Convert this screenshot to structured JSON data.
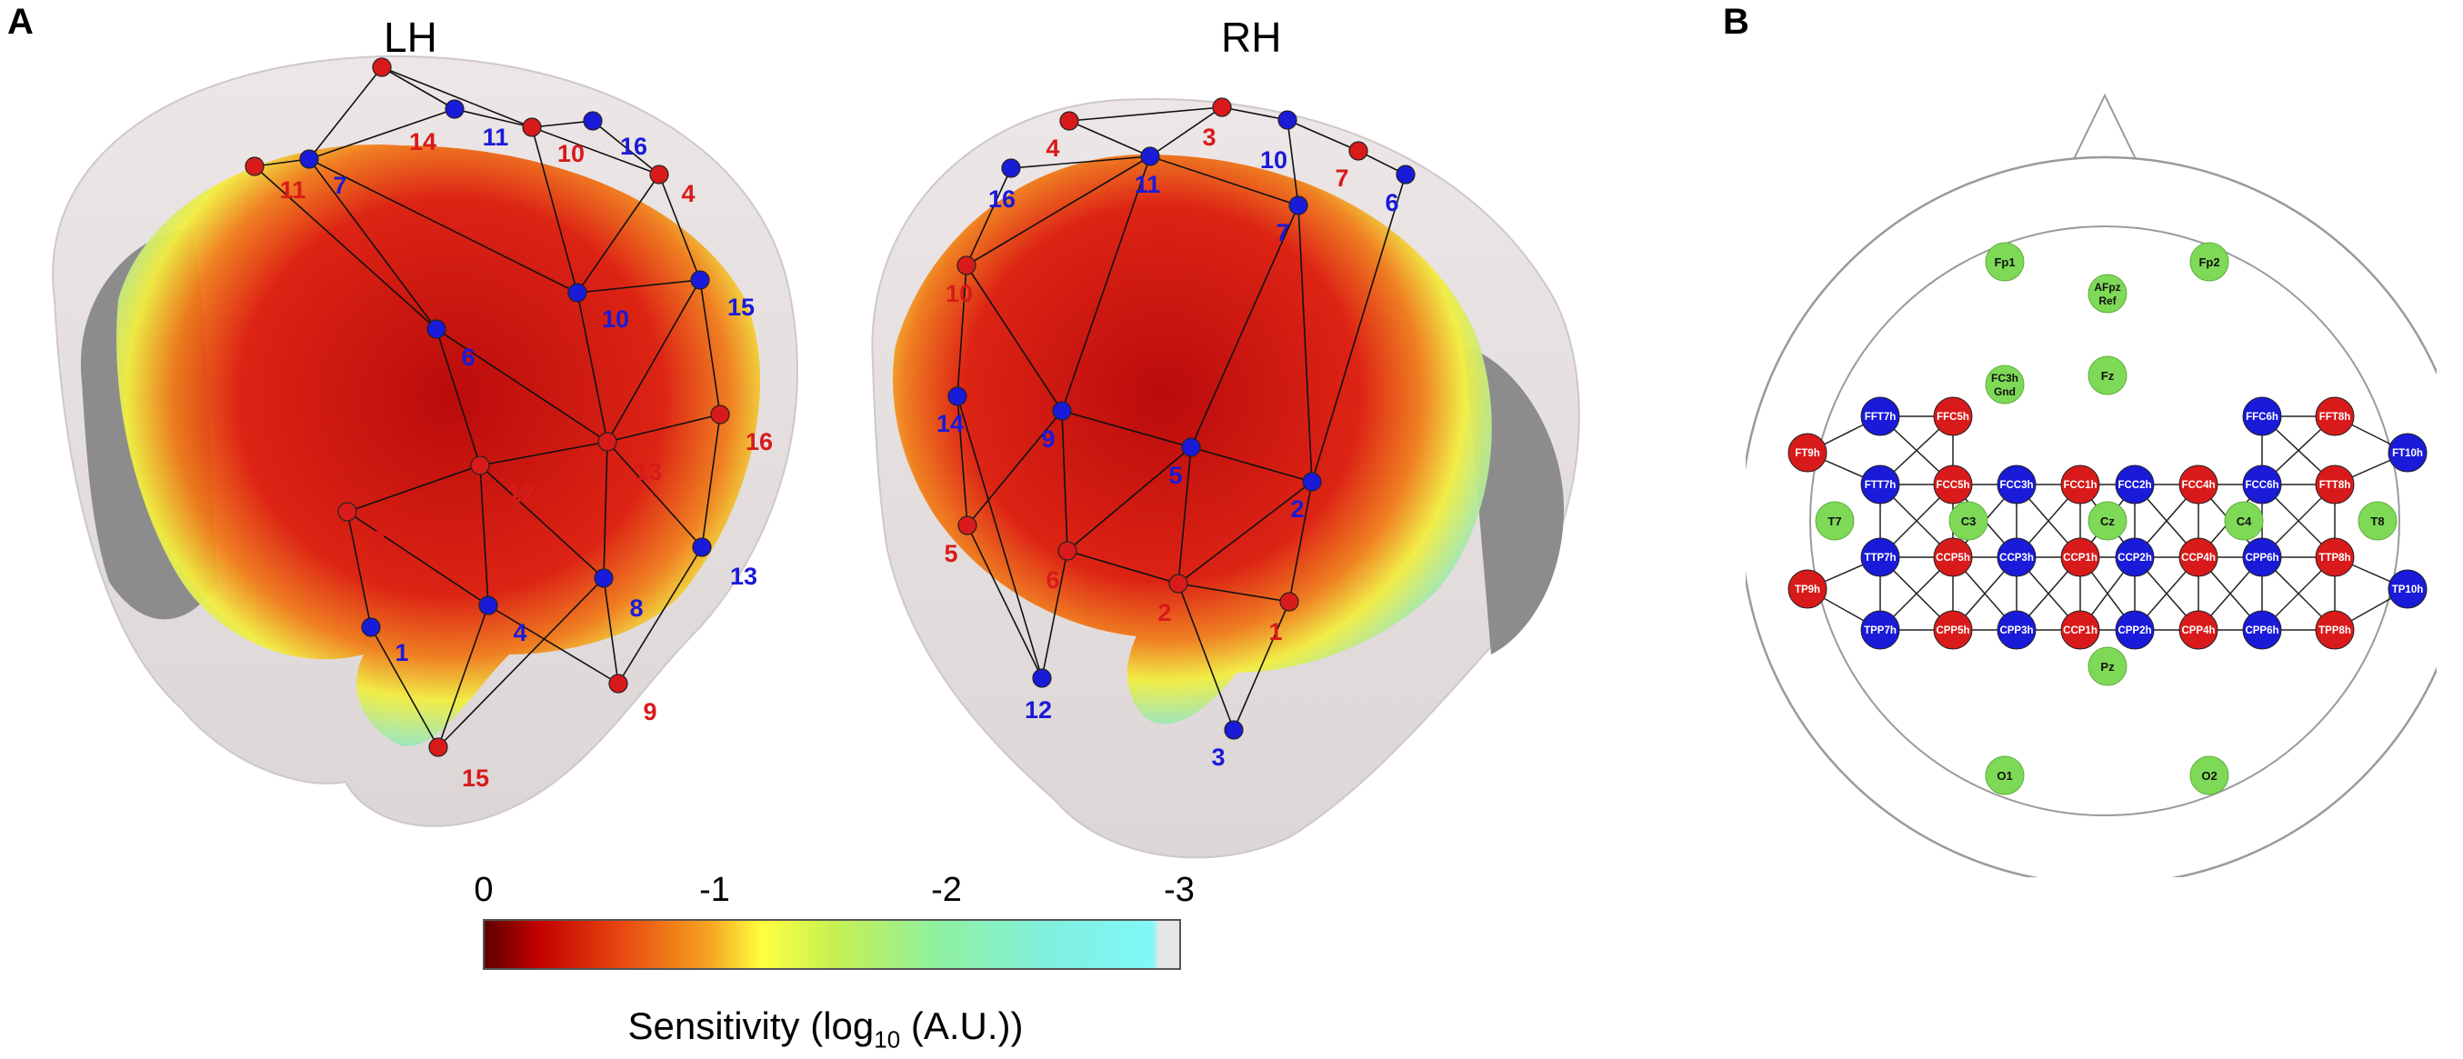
{
  "panels": {
    "A": {
      "letter": "A",
      "left_title": "LH",
      "right_title": "RH",
      "colors": {
        "source": "#d91a1a",
        "detector": "#1a1ad9",
        "brain": "#8f8f8f",
        "head": "#e8e2e2"
      },
      "lh_nodes": [
        {
          "label": "14",
          "type": "source"
        },
        {
          "label": "11",
          "type": "detector"
        },
        {
          "label": "10",
          "type": "source"
        },
        {
          "label": "16",
          "type": "detector"
        },
        {
          "label": "11",
          "type": "source"
        },
        {
          "label": "7",
          "type": "detector"
        },
        {
          "label": "4",
          "type": "source"
        },
        {
          "label": "15",
          "type": "detector"
        },
        {
          "label": "6",
          "type": "detector"
        },
        {
          "label": "10",
          "type": "detector"
        },
        {
          "label": "13",
          "type": "source"
        },
        {
          "label": "16",
          "type": "source"
        },
        {
          "label": "12",
          "type": "source"
        },
        {
          "label": "8",
          "type": "source"
        },
        {
          "label": "13",
          "type": "detector"
        },
        {
          "label": "8",
          "type": "detector"
        },
        {
          "label": "4",
          "type": "detector"
        },
        {
          "label": "1",
          "type": "detector"
        },
        {
          "label": "9",
          "type": "source"
        },
        {
          "label": "15",
          "type": "source"
        }
      ],
      "rh_nodes": [
        {
          "label": "4",
          "type": "source"
        },
        {
          "label": "3",
          "type": "source"
        },
        {
          "label": "10",
          "type": "detector"
        },
        {
          "label": "11",
          "type": "detector"
        },
        {
          "label": "16",
          "type": "detector"
        },
        {
          "label": "7",
          "type": "source"
        },
        {
          "label": "6",
          "type": "detector"
        },
        {
          "label": "7",
          "type": "detector"
        },
        {
          "label": "10",
          "type": "source"
        },
        {
          "label": "14",
          "type": "detector"
        },
        {
          "label": "9",
          "type": "detector"
        },
        {
          "label": "5",
          "type": "detector"
        },
        {
          "label": "2",
          "type": "detector"
        },
        {
          "label": "5",
          "type": "source"
        },
        {
          "label": "6",
          "type": "source"
        },
        {
          "label": "2",
          "type": "source"
        },
        {
          "label": "1",
          "type": "source"
        },
        {
          "label": "12",
          "type": "detector"
        },
        {
          "label": "3",
          "type": "detector"
        }
      ],
      "colorbar": {
        "ticks": [
          "0",
          "-1",
          "-2",
          "-3"
        ],
        "label_prefix": "Sensitivity (log",
        "label_sub": "10",
        "label_suffix": " (A.U.))",
        "colors": [
          "#5c0000",
          "#c40000",
          "#e84a10",
          "#f5a020",
          "#ffff40",
          "#c8f050",
          "#8ff0a0",
          "#80f0e0",
          "#80f8f8",
          "#e6e6e6"
        ]
      }
    },
    "B": {
      "letter": "B",
      "colors": {
        "source": "#d91a1a",
        "detector": "#1a1ad9",
        "reference": "#7ed957"
      },
      "reference_electrodes": [
        {
          "label": "Fp1"
        },
        {
          "label": "Fp2"
        },
        {
          "label": "AFpz",
          "label2": "Ref"
        },
        {
          "label": "FC3h",
          "label2": "Gnd"
        },
        {
          "label": "Fz"
        },
        {
          "label": "T7"
        },
        {
          "label": "C3"
        },
        {
          "label": "Cz"
        },
        {
          "label": "C4"
        },
        {
          "label": "T8"
        },
        {
          "label": "Pz"
        },
        {
          "label": "O1"
        },
        {
          "label": "O2"
        }
      ],
      "optodes": [
        {
          "label": "FFT7h",
          "type": "detector"
        },
        {
          "label": "FFC5h",
          "type": "source"
        },
        {
          "label": "FFC6h",
          "type": "detector"
        },
        {
          "label": "FFT8h",
          "type": "source"
        },
        {
          "label": "FT9h",
          "type": "source"
        },
        {
          "label": "FT10h",
          "type": "detector"
        },
        {
          "label": "FTT7h",
          "type": "detector"
        },
        {
          "label": "FCC5h",
          "type": "source"
        },
        {
          "label": "FCC3h",
          "type": "detector"
        },
        {
          "label": "FCC1h",
          "type": "source"
        },
        {
          "label": "FCC2h",
          "type": "detector"
        },
        {
          "label": "FCC4h",
          "type": "source"
        },
        {
          "label": "FCC6h",
          "type": "detector"
        },
        {
          "label": "FTT8h",
          "type": "source"
        },
        {
          "label": "TTP7h",
          "type": "detector"
        },
        {
          "label": "CCP5h",
          "type": "source"
        },
        {
          "label": "CCP3h",
          "type": "detector"
        },
        {
          "label": "CCP1h",
          "type": "source"
        },
        {
          "label": "CCP2h",
          "type": "detector"
        },
        {
          "label": "CCP4h",
          "type": "source"
        },
        {
          "label": "CPP6h",
          "type": "detector"
        },
        {
          "label": "TTP8h",
          "type": "source"
        },
        {
          "label": "TP9h",
          "type": "source"
        },
        {
          "label": "TP10h",
          "type": "detector"
        },
        {
          "label": "TPP7h",
          "type": "detector"
        },
        {
          "label": "CPP5h",
          "type": "source"
        },
        {
          "label": "CPP3h",
          "type": "detector"
        },
        {
          "label": "CCP1h",
          "type": "source"
        },
        {
          "label": "CPP2h",
          "type": "detector"
        },
        {
          "label": "CPP4h",
          "type": "source"
        },
        {
          "label": "CPP6h",
          "type": "detector"
        },
        {
          "label": "TPP8h",
          "type": "source"
        }
      ]
    }
  }
}
